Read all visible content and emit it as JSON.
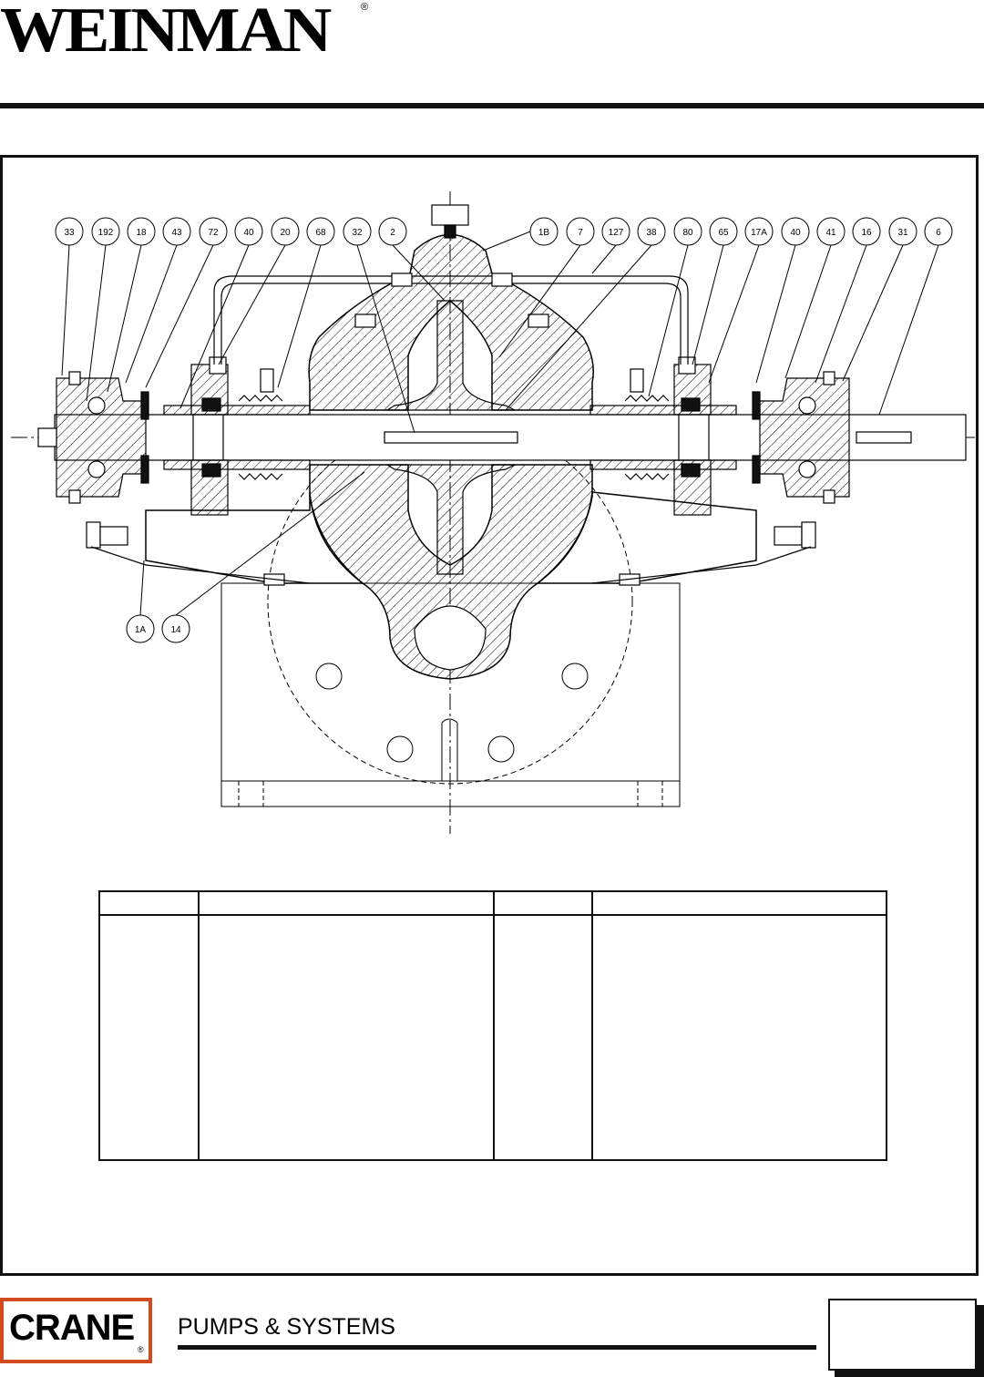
{
  "header": {
    "brand": "WEINMAN",
    "registered_mark": "®"
  },
  "drawing": {
    "callouts_top": [
      "33",
      "192",
      "18",
      "43",
      "72",
      "40",
      "20",
      "68",
      "32",
      "2",
      "1B",
      "7",
      "127",
      "38",
      "80",
      "65",
      "17A",
      "40",
      "41",
      "16",
      "31",
      "6"
    ],
    "callouts_bottom": [
      "1A",
      "14"
    ]
  },
  "footer": {
    "company": "CRANE",
    "registered_mark": "®",
    "division": "PUMPS & SYSTEMS"
  }
}
